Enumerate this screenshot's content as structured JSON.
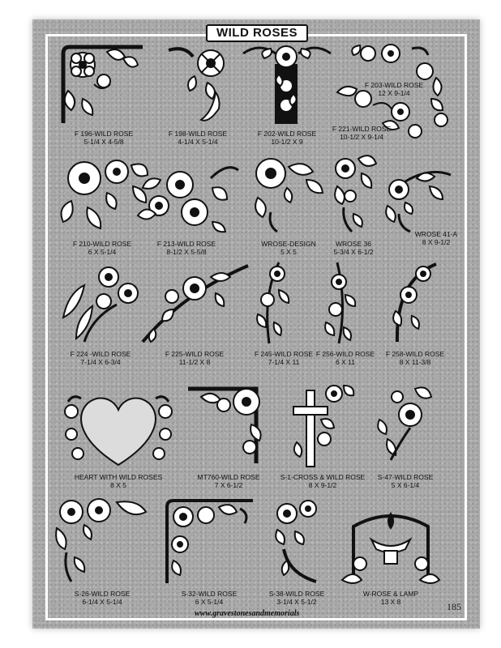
{
  "title": "WILD ROSES",
  "footer_url": "www.gravestonesandmemorials",
  "page_number": "185",
  "items": [
    {
      "code": "F 196-WILD ROSE",
      "size": "5-1/4 X 4-5/8"
    },
    {
      "code": "F 198-WILD ROSE",
      "size": "4-1/4 X 5-1/4"
    },
    {
      "code": "F 202-WILD ROSE",
      "size": "10-1/2 X 9"
    },
    {
      "code": "F 203-WILD ROSE",
      "size": "12 X 9-1/4"
    },
    {
      "code": "F 221-WILD ROSE",
      "size": "10-1/2 X 9-1/4"
    },
    {
      "code": "F 210-WILD ROSE",
      "size": "6 X 5-1/4"
    },
    {
      "code": "F 213-WILD ROSE",
      "size": "8-1/2 X 5-5/8"
    },
    {
      "code": "WROSE-DESIGN",
      "size": "5 X 5"
    },
    {
      "code": "WROSE 36",
      "size": "5-3/4 X 6-1/2"
    },
    {
      "code": "WROSE 41-A",
      "size": "8 X 9-1/2"
    },
    {
      "code": "F 224 -WILD ROSE",
      "size": "7-1/4 X 6-3/4"
    },
    {
      "code": "F 225-WILD ROSE",
      "size": "11-1/2 X 8"
    },
    {
      "code": "F 245-WILD ROSE",
      "size": "7-1/4 X 11"
    },
    {
      "code": "F 256-WILD ROSE",
      "size": "6 X 11"
    },
    {
      "code": "F 258-WILD ROSE",
      "size": "8 X 11-3/8"
    },
    {
      "code": "HEART WITH WILD ROSES",
      "size": "8 X 5"
    },
    {
      "code": "MT760-WILD ROSE",
      "size": "7 X 6-1/2"
    },
    {
      "code": "S-1-CROSS & WILD ROSE",
      "size": "8 X 9-1/2"
    },
    {
      "code": "S-47-WILD ROSE",
      "size": "5 X 6-1/4"
    },
    {
      "code": "S-26-WILD ROSE",
      "size": "6-1/4 X 5-1/4"
    },
    {
      "code": "S-32-WILD ROSE",
      "size": "6 X 5-1/4"
    },
    {
      "code": "S-38-WILD ROSE",
      "size": "3-1/4 X 5-1/2"
    },
    {
      "code": "W-ROSE & LAMP",
      "size": "13 X 8"
    }
  ]
}
